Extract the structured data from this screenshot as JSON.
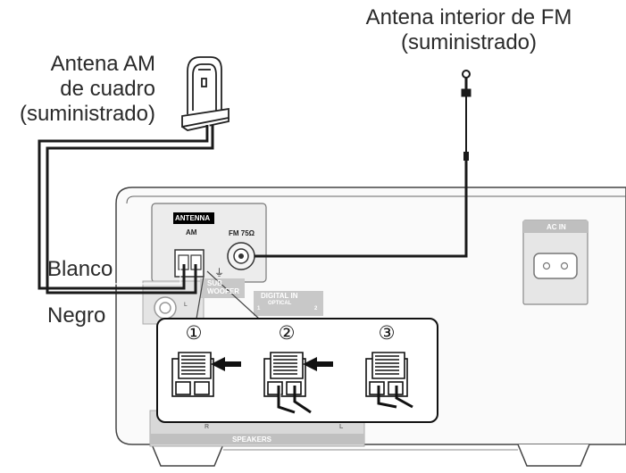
{
  "labels": {
    "fm_antenna_line1": "Antena interior de FM",
    "fm_antenna_line2": "(suministrado)",
    "am_antenna_line1": "Antena AM",
    "am_antenna_line2": "de cuadro",
    "am_antenna_line3": "(suministrado)",
    "white_wire": "Blanco",
    "black_wire": "Negro"
  },
  "panel": {
    "antenna_badge": "ANTENNA",
    "am": "AM",
    "fm": "FM 75",
    "omega": "Ω",
    "sub_woofer": "SUB\nWOOFER",
    "sub": "SUB",
    "woofer": "WOOFER",
    "digital_in": "DIGITAL IN",
    "optical": "OPTICAL",
    "opt1": "1",
    "opt2": "2",
    "ac_in": "AC IN",
    "speakers": "SPEAKERS",
    "speaker_r": "R",
    "speaker_l": "L",
    "analog_l": "L",
    "ground": "⏚"
  },
  "steps": [
    "①",
    "②",
    "③"
  ],
  "colors": {
    "line": "#1a1a1a",
    "panel_fill": "#f2f2f2",
    "panel_stroke": "#9a9a9a",
    "badge": "#000000",
    "grey_label_bg": "#c8c8c8"
  }
}
